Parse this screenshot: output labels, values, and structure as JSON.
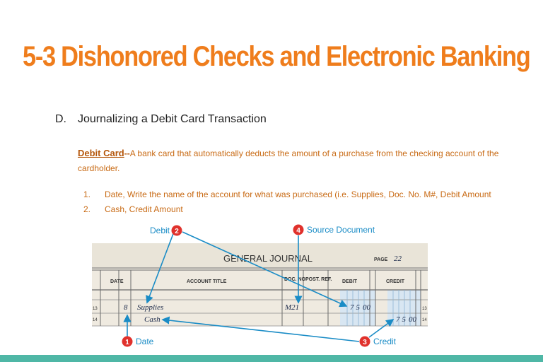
{
  "title": "5-3   Dishonored Checks and Electronic Banking",
  "section": {
    "letter": "D.",
    "heading": "Journalizing a Debit Card Transaction"
  },
  "definition": {
    "term": "Debit Card",
    "separator": "--",
    "text": "A bank card that automatically deducts the amount of a purchase from the checking account of the cardholder."
  },
  "steps": [
    {
      "number": "1.",
      "text": "Date, Write the name of the account for what was purchased (i.e. Supplies, Doc. No. M#, Debit Amount"
    },
    {
      "number": "2.",
      "text": "Cash, Credit Amount"
    }
  ],
  "journal": {
    "title": "GENERAL JOURNAL",
    "page_label": "PAGE",
    "page_number": "22",
    "headers": {
      "date": "DATE",
      "account": "ACCOUNT TITLE",
      "doc": "DOC. NO.",
      "post": "POST. REF.",
      "debit": "DEBIT",
      "credit": "CREDIT"
    },
    "row_numbers": [
      "13",
      "14"
    ],
    "entries": [
      {
        "day": "8",
        "account": "Supplies",
        "doc": "M21",
        "debit_dollars": "75",
        "debit_cents": "00",
        "credit_dollars": "",
        "credit_cents": ""
      },
      {
        "day": "",
        "account": "Cash",
        "doc": "",
        "debit_dollars": "",
        "debit_cents": "",
        "credit_dollars": "75",
        "credit_cents": "00"
      }
    ],
    "callouts": [
      {
        "number": "1",
        "label": "Date"
      },
      {
        "number": "2",
        "label": "Debit"
      },
      {
        "number": "3",
        "label": "Credit"
      },
      {
        "number": "4",
        "label": "Source Document"
      }
    ]
  },
  "colors": {
    "title": "#ef7d1c",
    "body_text": "#c86a14",
    "arrow": "#1a8cc6",
    "bubble": "#e0312c",
    "bar": "#4fb7a6"
  }
}
